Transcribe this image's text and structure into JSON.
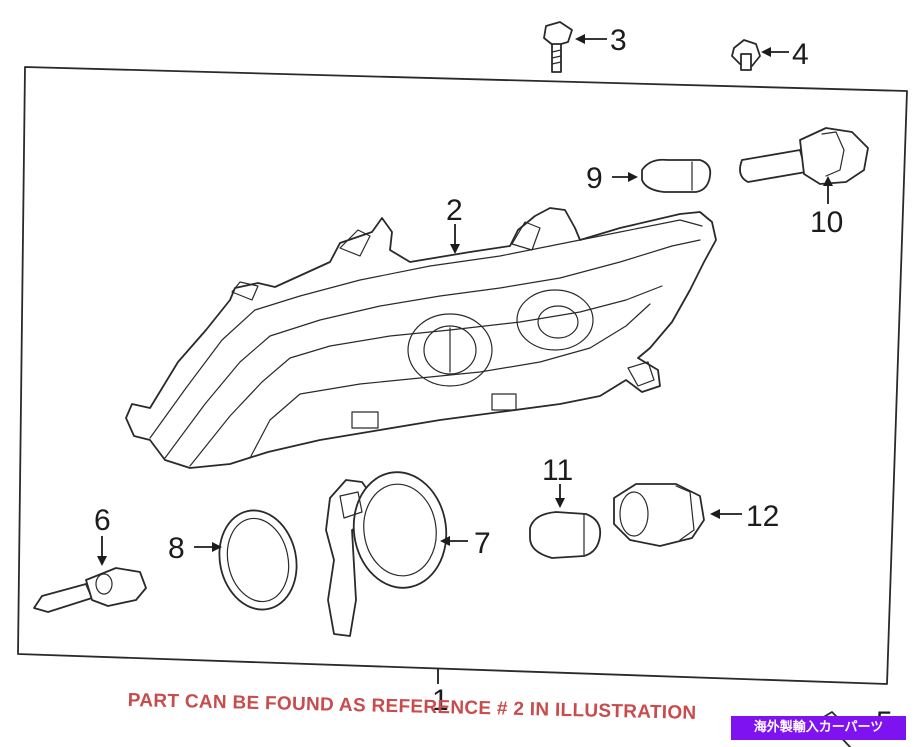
{
  "callouts": {
    "c1": "1",
    "c2": "2",
    "c3": "3",
    "c4": "4",
    "c5": "5",
    "c6": "6",
    "c7": "7",
    "c8": "8",
    "c9": "9",
    "c10": "10",
    "c11": "11",
    "c12": "12"
  },
  "note": "PART CAN BE FOUND AS REFERENCE # 2 IN ILLUSTRATION",
  "watermark": "海外製輸入カーパーツ",
  "colors": {
    "line": "#2a2a2a",
    "note": "#c94c4c",
    "watermark_bg": "#7e12f0"
  }
}
